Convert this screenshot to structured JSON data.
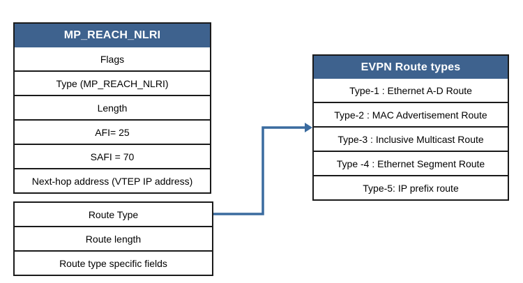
{
  "diagram": {
    "mp_reach_nlri": {
      "title": "MP_REACH_NLRI",
      "rows": [
        "Flags",
        "Type (MP_REACH_NLRI)",
        "Length",
        "AFI= 25",
        "SAFI = 70",
        "Next-hop address (VTEP IP address)"
      ]
    },
    "route_fields": {
      "rows": [
        "Route Type",
        "Route length",
        "Route type specific fields"
      ]
    },
    "evpn_route_types": {
      "title": "EVPN Route types",
      "rows": [
        "Type-1 : Ethernet A-D Route",
        "Type-2 : MAC Advertisement Route",
        "Type-3 : Inclusive Multicast Route",
        "Type -4 : Ethernet Segment Route",
        "Type-5: IP prefix route"
      ]
    },
    "connector": {
      "from": "Route Type",
      "to": "EVPN Route types",
      "color": "#3a6b9f"
    },
    "colors": {
      "header_bg": "#3e628e",
      "header_text": "#ffffff",
      "border": "#1a1a1a",
      "cell_text": "#000000",
      "background": "#ffffff"
    }
  }
}
